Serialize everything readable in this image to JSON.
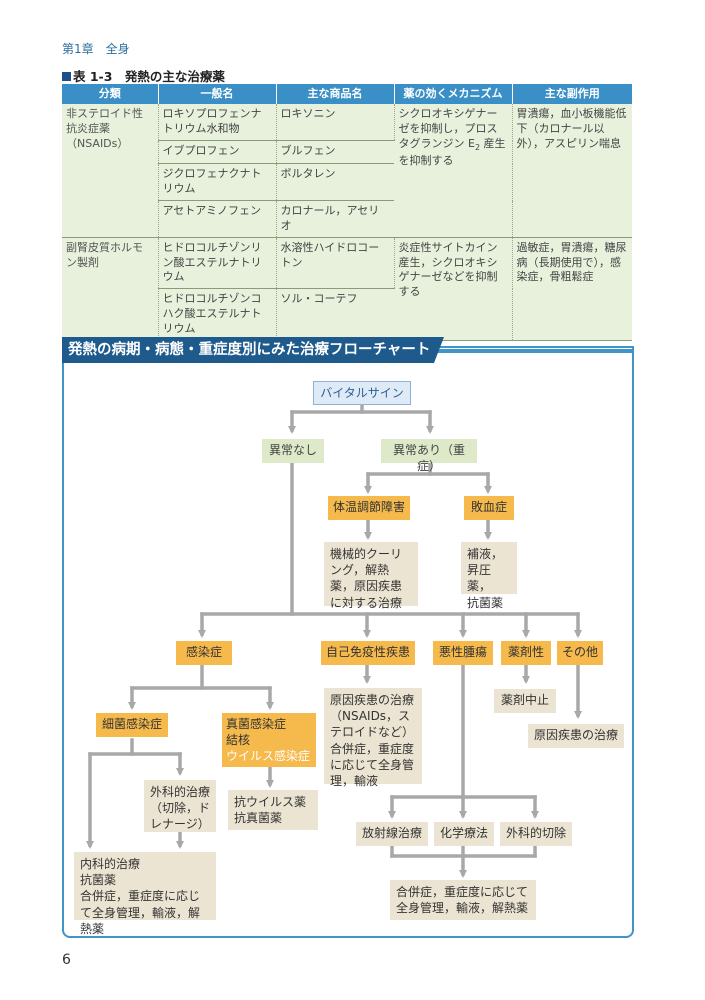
{
  "header": {
    "chapter": "第1章　全身"
  },
  "table": {
    "title": "表 1-3　発熱の主な治療薬",
    "headers": [
      "分類",
      "一般名",
      "主な商品名",
      "薬の効くメカニズム",
      "主な副作用"
    ],
    "nsaid": {
      "class": "非ステロイド性抗炎症薬（NSAIDs）",
      "drugs": [
        {
          "generic": "ロキソプロフェンナトリウム水和物",
          "brand": "ロキソニン"
        },
        {
          "generic": "イブプロフェン",
          "brand": "ブルフェン"
        },
        {
          "generic": "ジクロフェナクナトリウム",
          "brand": "ボルタレン"
        },
        {
          "generic": "アセトアミノフェン",
          "brand": "カロナール，アセリオ"
        }
      ],
      "mechanism_pre": "シクロオキシゲナーゼを抑制し，プロスタグランジン E",
      "mechanism_sub": "2",
      "mechanism_post": " 産生を抑制する",
      "side_effects": "胃潰瘍，血小板機能低下（カロナール以外），アスピリン喘息"
    },
    "steroid": {
      "class": "副腎皮質ホルモン製剤",
      "drugs": [
        {
          "generic": "ヒドロコルチゾンリン酸エステルナトリウム",
          "brand": "水溶性ハイドロコートン"
        },
        {
          "generic": "ヒドロコルチゾンコハク酸エステルナトリウム",
          "brand": "ソル・コーテフ"
        }
      ],
      "mechanism": "炎症性サイトカイン産生，シクロオキシゲナーゼなどを抑制する",
      "side_effects": "過敏症，胃潰瘍，糖尿病（長期使用で），感染症，骨粗鬆症"
    }
  },
  "flowchart": {
    "title": "発熱の病期・病態・重症度別にみた治療フローチャート",
    "vital": "バイタルサイン",
    "normal": "異常なし",
    "abnormal": "異常あり（重症）",
    "thermo": "体温調節障害",
    "thermo_tx": "機械的クーリング，解熱薬，原因疾患に対する治療",
    "sepsis": "敗血症",
    "sepsis_tx_1": "補液，",
    "sepsis_tx_2": "昇圧薬，",
    "sepsis_tx_3": "抗菌薬",
    "infection": "感染症",
    "autoimmune": "自己免疫性疾患",
    "autoimmune_tx_1": "原因疾患の治療（NSAIDs，ステロイドなど）",
    "autoimmune_tx_2": "合併症，重症度に応じて全身管理，輸液",
    "tumor": "悪性腫瘍",
    "drug": "薬剤性",
    "drug_tx": "薬剤中止",
    "other": "その他",
    "other_tx": "原因疾患の治療",
    "bacterial": "細菌感染症",
    "fungal_1": "真菌感染症",
    "fungal_2": "結核",
    "fungal_3": "ウイルス感染症",
    "antiviral_1": "抗ウイルス薬",
    "antiviral_2": "抗真菌薬",
    "surgical_1": "外科的治療",
    "surgical_2": "（切除，ドレナージ）",
    "medical_1": "内科的治療",
    "medical_2": "抗菌薬",
    "medical_3": "合併症，重症度に応じて全身管理，輸液，解熱薬",
    "radiation": "放射線治療",
    "chemo": "化学療法",
    "resection": "外科的切除",
    "tumor_tx_1": "合併症，重症度に応じて",
    "tumor_tx_2": "全身管理，輸液，解熱薬"
  },
  "page_number": "6"
}
